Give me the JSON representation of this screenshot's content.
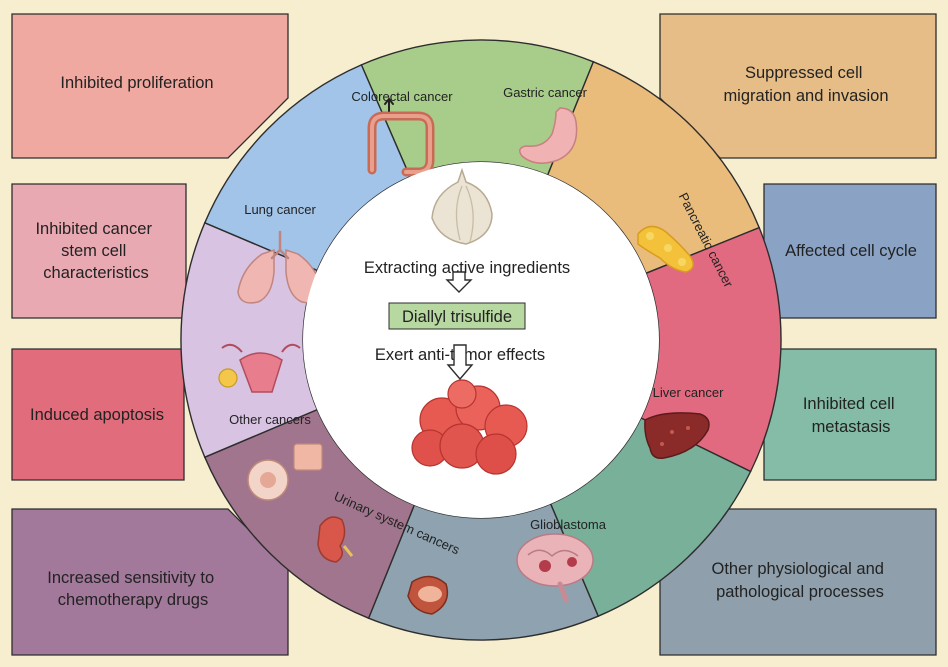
{
  "colors": {
    "background": "#f7eecf",
    "outline": "#2d2d2d",
    "center_circle": "#ffffff",
    "compound_box": "#b7d8a0"
  },
  "left_boxes": [
    {
      "id": "proliferation",
      "lines": [
        "Inhibited proliferation"
      ],
      "fill": "#f0a9a1"
    },
    {
      "id": "stem-cell",
      "lines": [
        "Inhibited cancer",
        "stem cell",
        "characteristics"
      ],
      "fill": "#e8a9b2"
    },
    {
      "id": "apoptosis",
      "lines": [
        "Induced apoptosis"
      ],
      "fill": "#e16c7b"
    },
    {
      "id": "chemo-sensitivity",
      "lines": [
        "Increased sensitivity to",
        "chemotherapy drugs"
      ],
      "fill": "#a2789b"
    }
  ],
  "right_boxes": [
    {
      "id": "migration",
      "lines": [
        "Suppressed cell",
        "migration and invasion"
      ],
      "fill": "#e6bd86"
    },
    {
      "id": "cell-cycle",
      "lines": [
        "Affected cell cycle"
      ],
      "fill": "#8aa2c4"
    },
    {
      "id": "metastasis",
      "lines": [
        "Inhibited cell",
        "metastasis"
      ],
      "fill": "#84bca7"
    },
    {
      "id": "other-processes",
      "lines": [
        "Other physiological and",
        "pathological processes"
      ],
      "fill": "#8fa0ac"
    }
  ],
  "segments": [
    {
      "id": "colorectal",
      "label": "Colorectal cancer",
      "fill": "#a8cd8b",
      "icon": "colon-icon"
    },
    {
      "id": "gastric",
      "label": "Gastric cancer",
      "fill": "#e9bc7c",
      "icon": "stomach-icon"
    },
    {
      "id": "pancreatic",
      "label": "Pancreatic cancer",
      "fill": "#e16a80",
      "icon": "pancreas-icon"
    },
    {
      "id": "liver",
      "label": "Liver cancer",
      "fill": "#79b09a",
      "icon": "liver-icon"
    },
    {
      "id": "glioblastoma",
      "label": "Glioblastoma",
      "fill": "#8ea2b0",
      "icon": "brain-icon"
    },
    {
      "id": "urinary",
      "label": "Urinary system cancers",
      "fill": "#a2758e",
      "icon": "kidney-bladder-icon"
    },
    {
      "id": "other",
      "label": "Other cancers",
      "fill": "#d8c3e2",
      "icon": "uterus-skin-cell-icon"
    },
    {
      "id": "lung",
      "label": "Lung cancer",
      "fill": "#a2c4e8",
      "icon": "lungs-icon"
    }
  ],
  "center": {
    "step1": "Extracting active ingredients",
    "compound": "Diallyl trisulfide",
    "step2": "Exert anti-tumor effects",
    "icons": [
      "garlic-icon",
      "tumor-cells-icon"
    ]
  }
}
